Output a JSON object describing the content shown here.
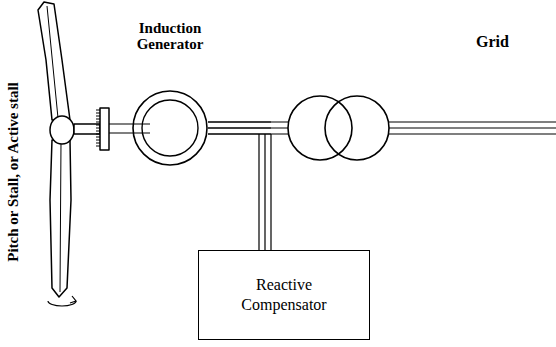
{
  "diagram": {
    "nodes": [
      {
        "text": [
          "Induction Generator"
        ]
      },
      {
        "text": [
          "Reactive Compensator"
        ]
      }
    ],
    "edges": [
      {
        "from": 0,
        "to": 1,
        "arrow": "none"
      }
    ],
    "labels": [
      "Pitch or Stall, or Active stall",
      "Grid"
    ]
  }
}
